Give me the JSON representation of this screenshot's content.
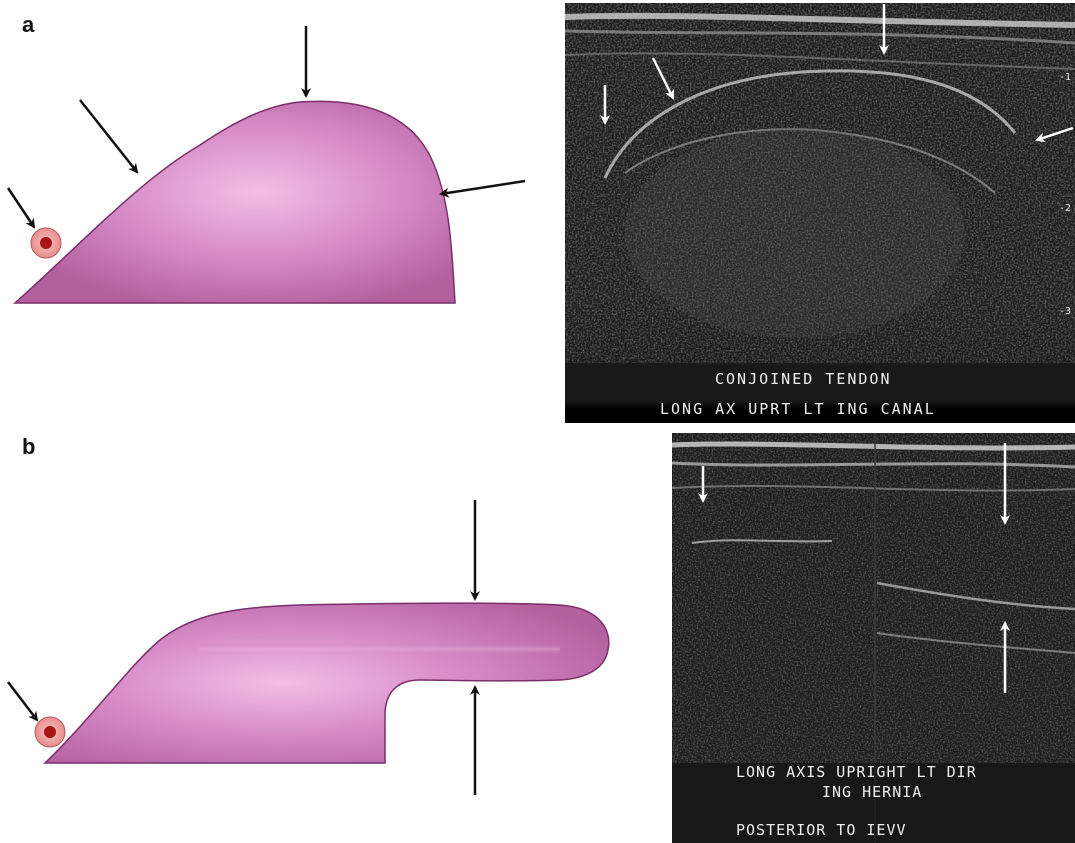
{
  "panels": {
    "a": {
      "label": "a",
      "ultrasound": {
        "caption_line1": "CONJOINED TENDON",
        "caption_line2": "LONG AX UPRT LT ING CANAL",
        "scale_marks": [
          "1",
          "2",
          "3"
        ]
      }
    },
    "b": {
      "label": "b",
      "ultrasound": {
        "caption_line1": "LONG AXIS UPRIGHT LT DIR",
        "caption_line2": "ING HERNIA",
        "caption_line3": "POSTERIOR TO IEVV"
      }
    }
  },
  "colors": {
    "bulge_fill": "#c77bbb",
    "bulge_highlight": "#f0b8e4",
    "bulge_outline": "#7a2e6a",
    "vessel_outer": "#f2a8a8",
    "vessel_inner": "#a81414",
    "arrow_black": "#111111",
    "arrow_white": "#ffffff"
  },
  "icons": {
    "arrow": "arrow-icon",
    "vessel": "vessel-icon"
  }
}
